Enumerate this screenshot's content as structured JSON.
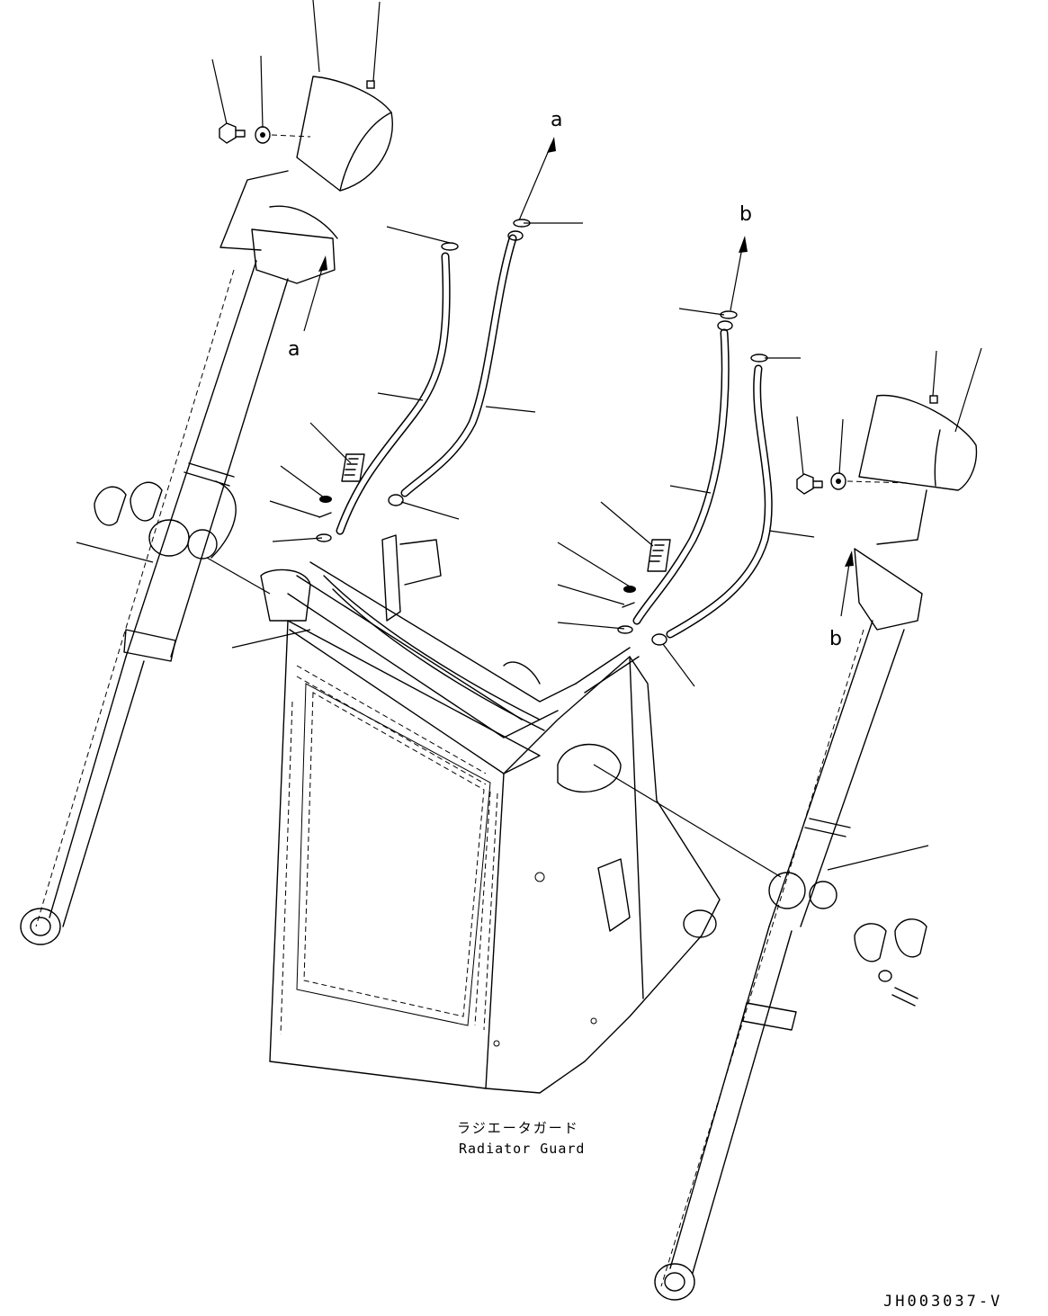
{
  "reference_labels": {
    "a_top": "a",
    "a_left": "a",
    "b_top": "b",
    "b_right": "b"
  },
  "caption": {
    "japanese": "ラジエータガード",
    "english": "Radiator Guard"
  },
  "drawing_number": "JH003037-V"
}
